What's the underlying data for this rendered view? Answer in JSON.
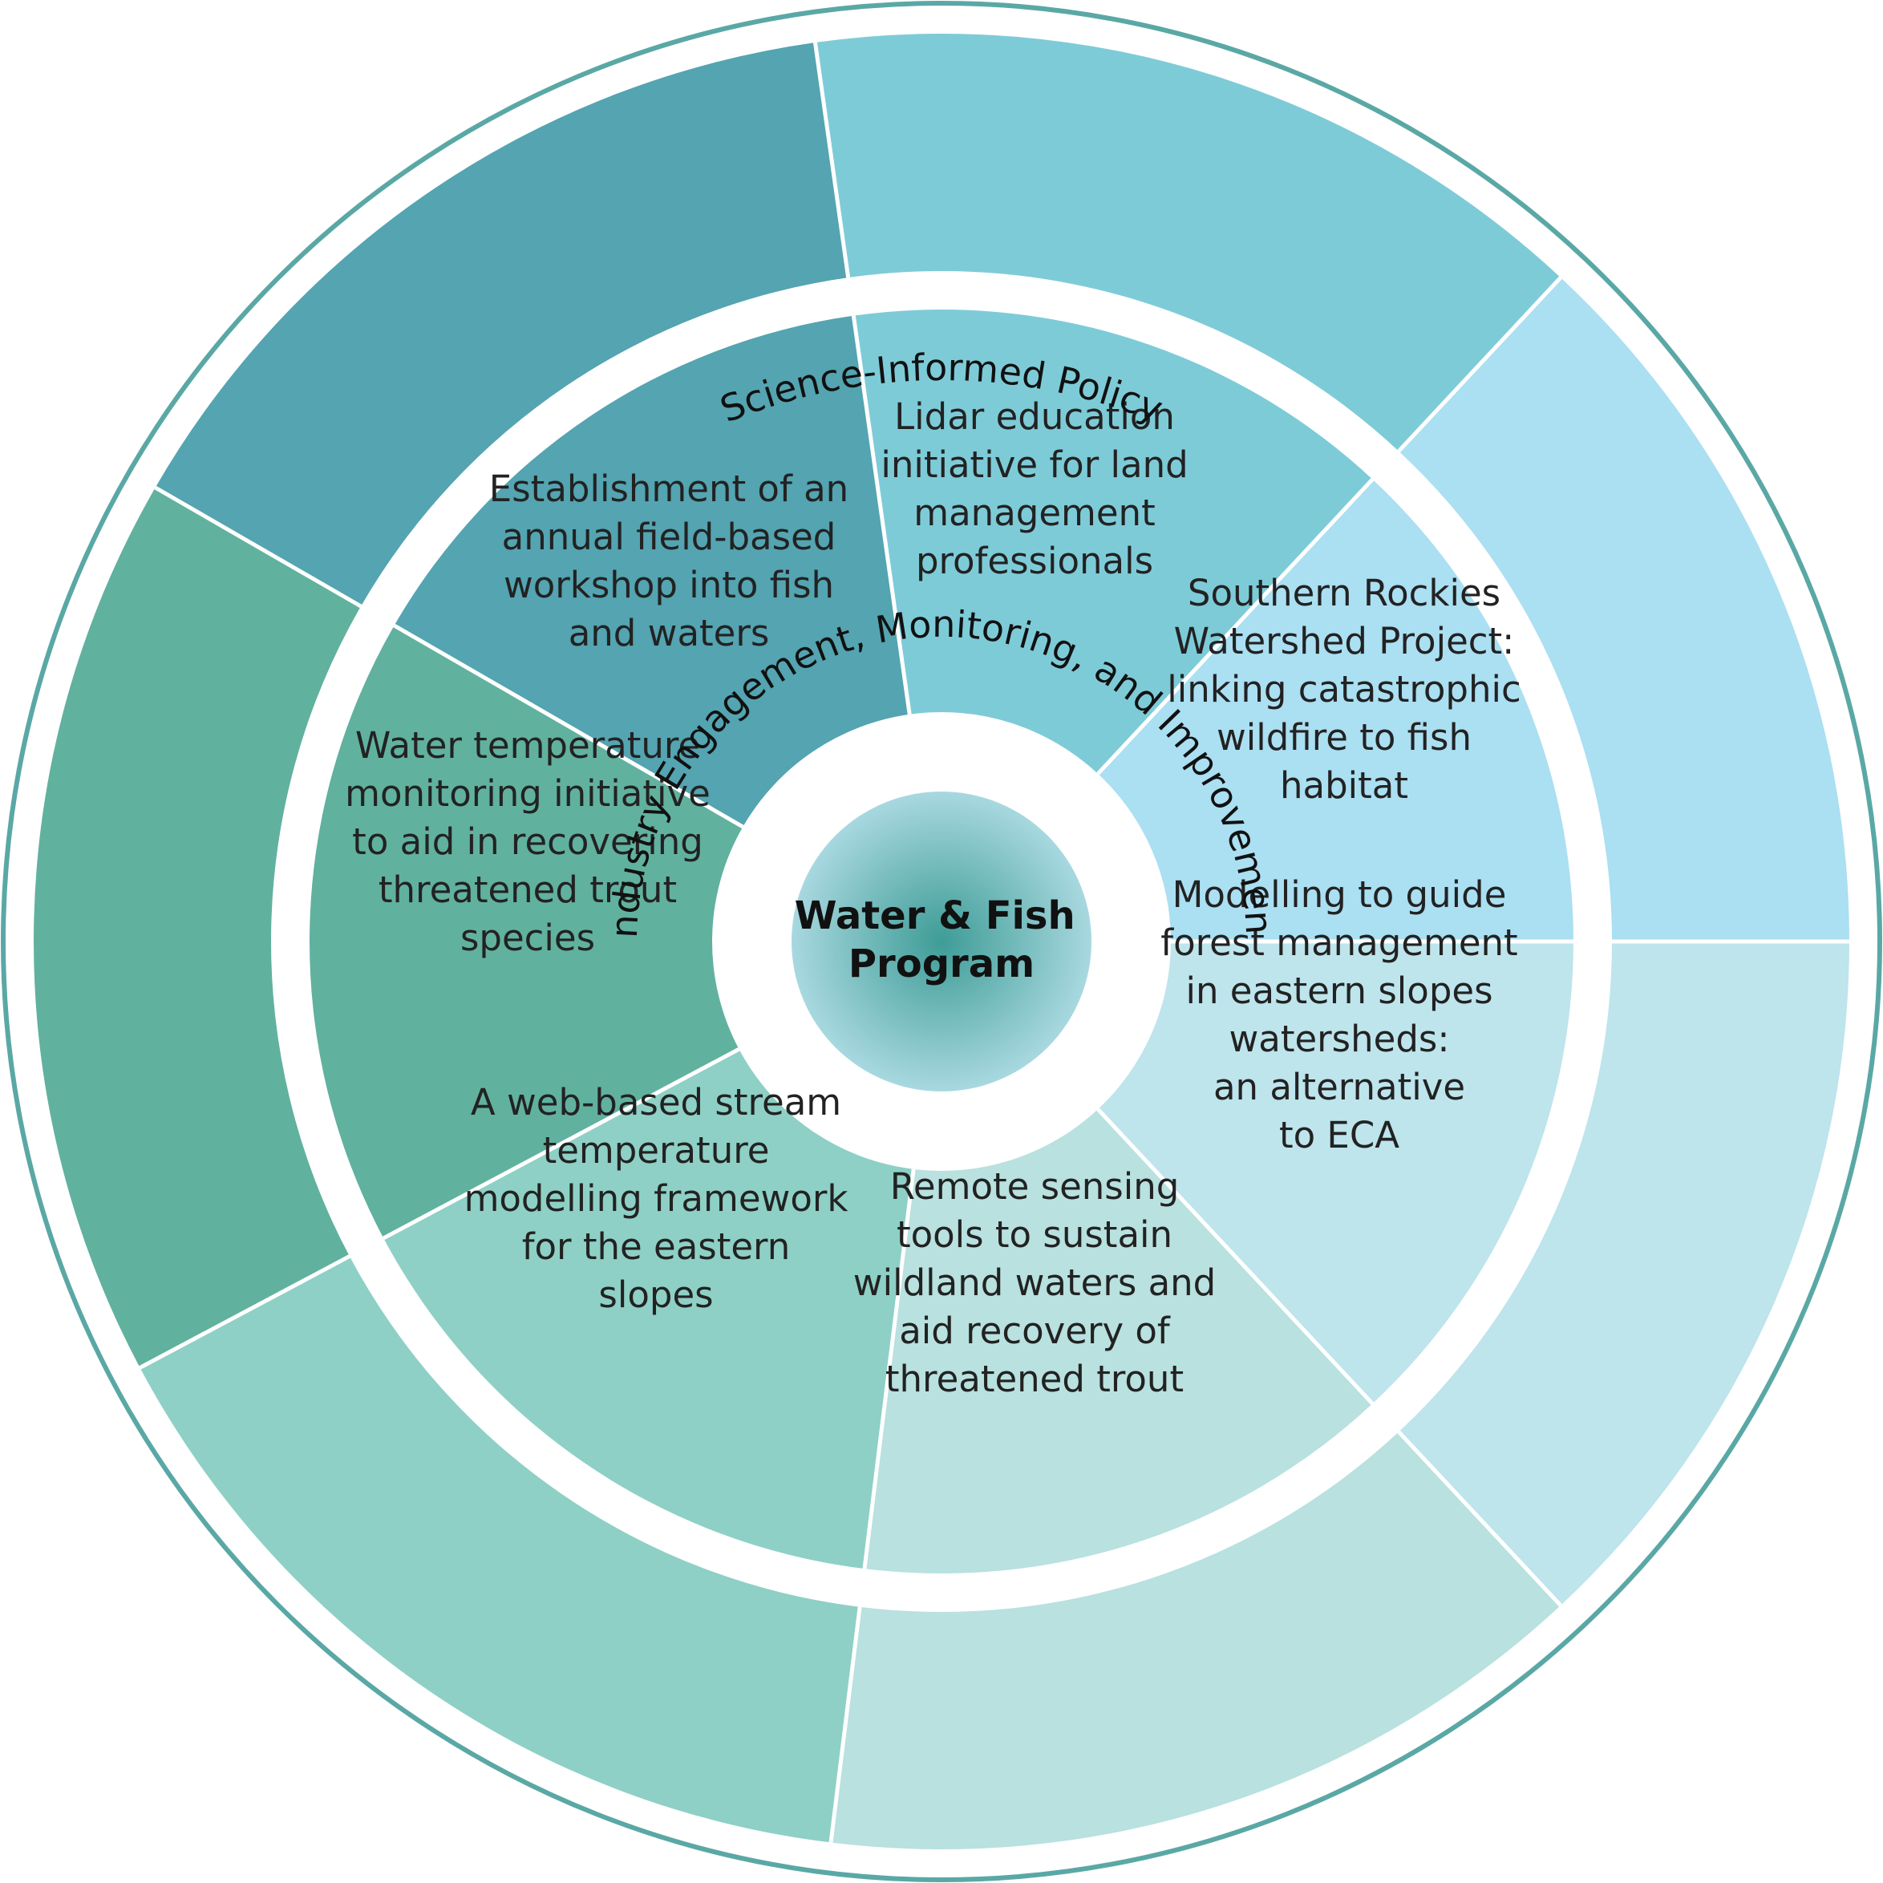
{
  "center": {
    "title_lines": [
      "Water & Fish",
      "Program"
    ]
  },
  "outer_ring_label": "Science-Informed Policy",
  "middle_ring_label": "Industry Engagement, Monitoring, and Improvement",
  "segments": [
    {
      "id": "lidar",
      "color": "#7ECBD8",
      "lines": [
        "Lidar education",
        "initiative for land",
        "management",
        "professionals"
      ]
    },
    {
      "id": "southern-rockies",
      "color": "#ABDFF2",
      "lines": [
        "Southern Rockies",
        "Watershed Project:",
        "linking catastrophic",
        "wildfire to fish",
        "habitat"
      ]
    },
    {
      "id": "forest-modelling",
      "color": "#BEE4EC",
      "lines": [
        "Modelling to guide",
        "forest management",
        "in eastern slopes",
        "watersheds:",
        "an alternative",
        "to ECA"
      ]
    },
    {
      "id": "remote-sensing",
      "color": "#B8E1DF",
      "lines": [
        "Remote sensing",
        "tools to sustain",
        "wildland waters and",
        "aid recovery of",
        "threatened trout"
      ]
    },
    {
      "id": "stream-temperature",
      "color": "#8ED0C5",
      "lines": [
        "A web-based stream",
        "temperature",
        "modelling framework",
        "for the eastern",
        "slopes"
      ]
    },
    {
      "id": "water-temperature",
      "color": "#61B19F",
      "lines": [
        "Water temperature",
        "monitoring initiative",
        "to aid in recovering",
        "threatened trout",
        "species"
      ]
    },
    {
      "id": "workshop",
      "color": "#54A4B1",
      "lines": [
        "Establishment of an",
        "annual field-based",
        "workshop into fish",
        "and waters"
      ]
    }
  ],
  "colors": {
    "outer_circle_stroke": "#5AA8A5",
    "center_fill_inner": "#3E9C96",
    "center_fill_outer": "#A8D8E0",
    "divider": "#ffffff"
  }
}
